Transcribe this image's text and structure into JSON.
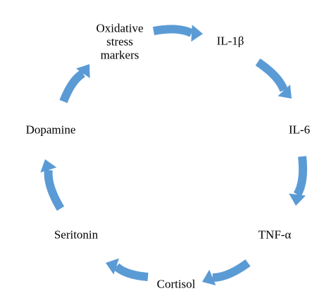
{
  "diagram": {
    "type": "cycle",
    "arrow_color": "#5b9bd5",
    "nodes": [
      {
        "id": "oxidative",
        "label": "Oxidative\nstress\nmarkers"
      },
      {
        "id": "il1b",
        "label": "IL-1β"
      },
      {
        "id": "il6",
        "label": "IL-6"
      },
      {
        "id": "tnfa",
        "label": "TNF-α"
      },
      {
        "id": "cortisol",
        "label": "Cortisol"
      },
      {
        "id": "seritonin",
        "label": "Seritonin"
      },
      {
        "id": "dopamine",
        "label": "Dopamine"
      }
    ],
    "edges": [
      {
        "from": "oxidative",
        "to": "il1b"
      },
      {
        "from": "il1b",
        "to": "il6"
      },
      {
        "from": "il6",
        "to": "tnfa"
      },
      {
        "from": "tnfa",
        "to": "cortisol"
      },
      {
        "from": "cortisol",
        "to": "seritonin"
      },
      {
        "from": "seritonin",
        "to": "dopamine"
      },
      {
        "from": "dopamine",
        "to": "oxidative"
      }
    ]
  }
}
